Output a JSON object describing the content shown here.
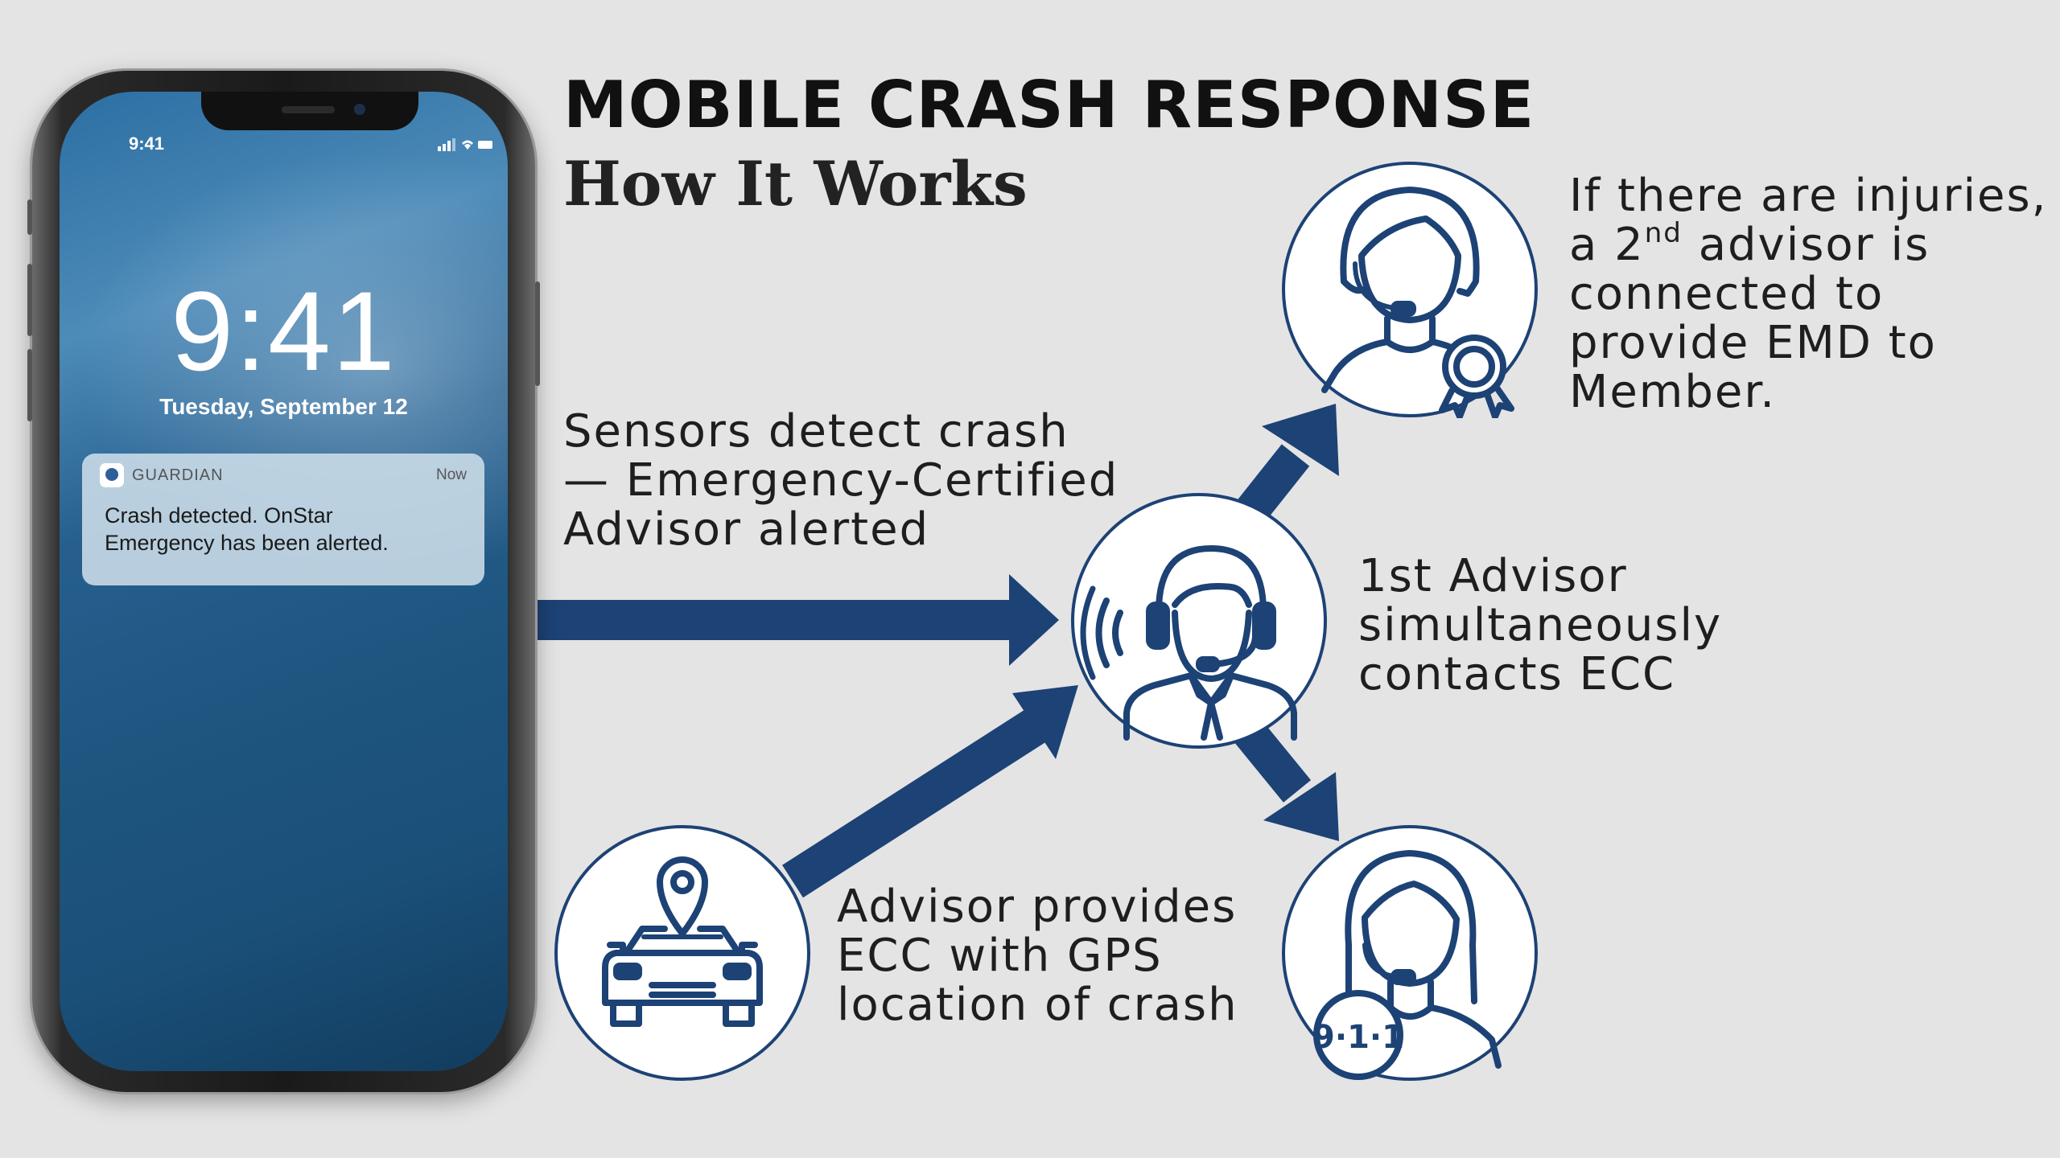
{
  "header": {
    "title": "MOBILE CRASH RESPONSE",
    "subtitle": "How It Works"
  },
  "phone": {
    "status_time": "9:41",
    "clock": "9:41",
    "date": "Tuesday, September 12",
    "notification": {
      "app": "GUARDIAN",
      "time": "Now",
      "message_line1": "Crash detected. OnStar",
      "message_line2": "Emergency has been alerted."
    }
  },
  "steps": {
    "sensors": {
      "line1": "Sensors detect crash",
      "line2": "— Emergency-Certified",
      "line3": "Advisor alerted"
    },
    "first_advisor": {
      "line1": "1st Advisor",
      "line2": "simultaneously",
      "line3": "contacts ECC"
    },
    "injuries": {
      "line1": "If there are injuries,",
      "line2_pre": "a 2",
      "line2_sup": "nd",
      "line2_post": " advisor is",
      "line3": "connected to",
      "line4": "provide EMD to",
      "line5": "Member."
    },
    "gps": {
      "line1": "Advisor provides",
      "line2": "ECC with GPS",
      "line3": "location of crash"
    },
    "ecc_badge": "9·1·1"
  },
  "colors": {
    "navy": "#1d4275",
    "background": "#e4e4e4"
  },
  "icons": [
    "advisor-headset-icon",
    "certified-advisor-icon",
    "dispatcher-911-icon",
    "car-location-icon"
  ]
}
